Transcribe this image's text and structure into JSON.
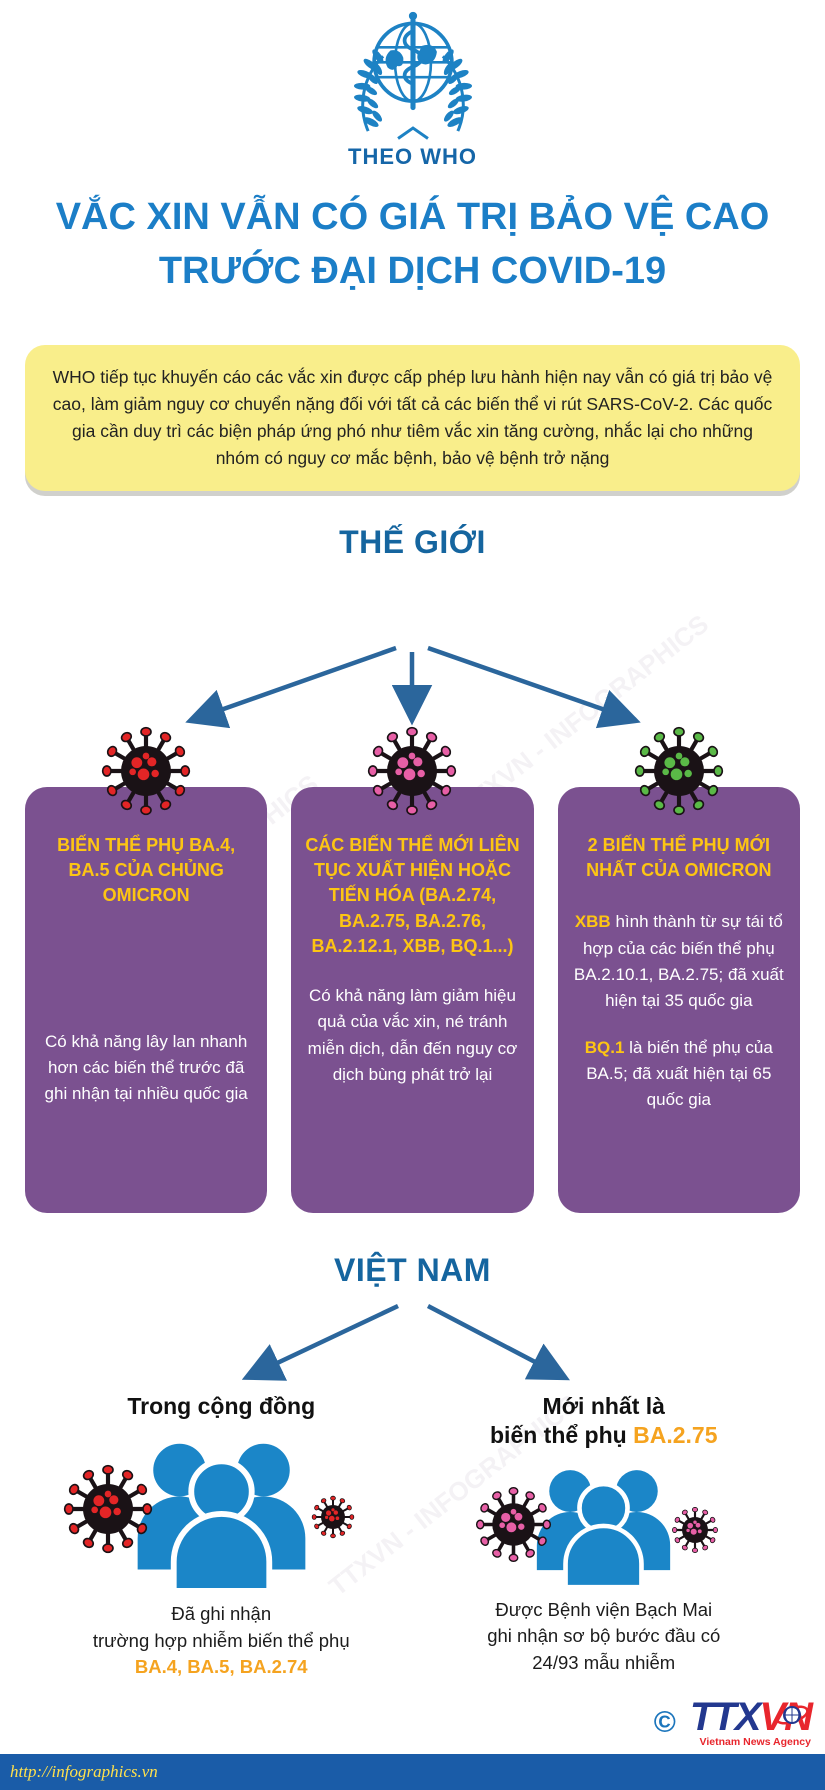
{
  "header": {
    "who_label": "THEO WHO",
    "title_line1": "VẮC XIN VẪN CÓ GIÁ TRỊ BẢO VỆ CAO",
    "title_line2": "TRƯỚC ĐẠI DỊCH COVID-19"
  },
  "summary": {
    "text": "WHO tiếp tục khuyến cáo các vắc xin được cấp phép lưu hành hiện nay vẫn có giá trị bảo vệ cao, làm giảm nguy cơ chuyển nặng đối với tất cả các biến thể vi rút SARS-CoV-2. Các quốc gia cần duy trì các biện pháp ứng phó như tiêm vắc xin tăng cường, nhắc lại cho những nhóm có nguy cơ mắc bệnh, bảo vệ bệnh trở nặng"
  },
  "world": {
    "heading": "THẾ GIỚI",
    "cards": [
      {
        "virus_icon": "virus-red-icon",
        "title": "BIẾN THỂ PHỤ BA.4, BA.5 CỦA CHỦNG OMICRON",
        "body": "Có khả năng lây lan nhanh hơn các biến thể trước đã ghi nhận tại nhiều quốc gia"
      },
      {
        "virus_icon": "virus-pink-icon",
        "title": "CÁC BIẾN THỂ MỚI LIÊN TỤC XUẤT HIỆN HOẶC TIẾN HÓA (BA.2.74, BA.2.75, BA.2.76, BA.2.12.1, XBB, BQ.1...)",
        "body": "Có khả năng làm giảm hiệu quả của vắc xin, né tránh miễn dịch, dẫn đến nguy cơ dịch bùng phát trở lại"
      },
      {
        "virus_icon": "virus-green-icon",
        "title": "2 BIẾN THỂ PHỤ MỚI NHẤT CỦA OMICRON",
        "p1_term": "XBB",
        "p1_text": " hình thành từ sự tái tổ hợp của các biến thể phụ BA.2.10.1, BA.2.75; đã xuất hiện tại 35 quốc gia",
        "p2_term": "BQ.1",
        "p2_text": " là biến thể phụ của BA.5; đã xuất hiện tại 65 quốc gia"
      }
    ]
  },
  "vietnam": {
    "heading": "VIỆT NAM",
    "left": {
      "title": "Trong cộng đồng",
      "caption1": "Đã ghi nhận",
      "caption2": "trường hợp nhiễm biến thể phụ",
      "caption_variants": "BA.4, BA.5, BA.2.74"
    },
    "right": {
      "title1": "Mới nhất là",
      "title2_prefix": "biến thể phụ ",
      "title2_variant": "BA.2.75",
      "caption1": "Được Bệnh viện Bạch Mai",
      "caption2": "ghi nhận sơ bộ bước đầu có",
      "caption3": "24/93 mẫu nhiễm"
    }
  },
  "footer": {
    "copyright": "©",
    "logo_ttx": "TTX",
    "logo_vn": "VN",
    "logo_subtitle": "Vietnam News Agency",
    "url": "http://infographics.vn"
  },
  "watermark": {
    "text": "TTXVN - INFOGRAPHICS"
  },
  "colors": {
    "title_blue": "#1b7ec7",
    "heading_blue": "#15659f",
    "arrow_blue": "#2b669c",
    "summary_yellow": "#f9ee8b",
    "card_purple": "#7b5190",
    "card_title_yellow": "#fdc513",
    "highlight_orange": "#f5a31f",
    "people_blue": "#1b86c8",
    "virus_red": "#e32526",
    "virus_pink": "#e75fa6",
    "virus_green": "#5ab947",
    "footer_blue": "#1a5ca8",
    "url_yellow": "#ffe14d",
    "ttx_blue": "#23388f",
    "vn_red": "#e8262d"
  }
}
